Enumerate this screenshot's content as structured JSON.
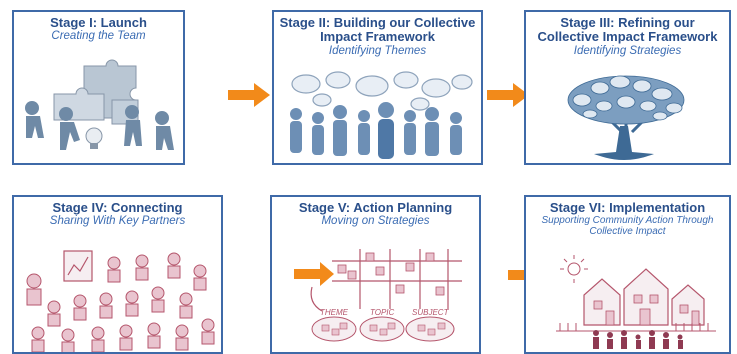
{
  "stages": [
    {
      "title": "Stage I: Launch",
      "subtitle": "Creating the Team"
    },
    {
      "title": "Stage II: Building our Collective Impact Framework",
      "subtitle": "Identifying Themes"
    },
    {
      "title": "Stage III: Refining our Collective Impact Framework",
      "subtitle": "Identifying Strategies"
    },
    {
      "title": "Stage IV: Connecting",
      "subtitle": "Sharing With Key Partners"
    },
    {
      "title": "Stage V: Action Planning",
      "subtitle": "Moving on Strategies"
    },
    {
      "title": "Stage VI: Implementation",
      "subtitle": "Supporting Community Action Through Collective Impact"
    }
  ],
  "sketch_labels": [
    "THEME",
    "TOPIC",
    "SUBJECT"
  ],
  "colors": {
    "border": "#3f6aa8",
    "title": "#2a4f8a",
    "subtitle": "#3b6cb3",
    "arrow": "#f28a1a",
    "figure": "#4a7ab0",
    "sketch": "#b5566c"
  }
}
